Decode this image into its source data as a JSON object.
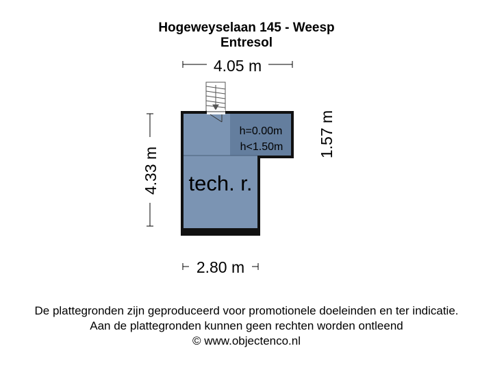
{
  "header": {
    "title": "Hogeweyselaan 145 - Weesp",
    "floor": "Entresol"
  },
  "dimensions": {
    "top_width": "4.05 m",
    "bottom_width": "2.80 m",
    "left_height": "4.33 m",
    "right_height": "1.57 m"
  },
  "room": {
    "label": "tech. r.",
    "height_low": "h=0.00m",
    "height_limit": "h<1.50m"
  },
  "colors": {
    "room_fill": "#7b94b3",
    "low_zone_fill": "#647e9e",
    "wall": "#111111"
  },
  "footer": {
    "disclaimer_line1": "De plattegronden zijn geproduceerd voor promotionele doeleinden en ter indicatie.",
    "disclaimer_line2": "Aan de plattegronden kunnen geen rechten worden ontleend",
    "copyright": "© www.objectenco.nl"
  }
}
